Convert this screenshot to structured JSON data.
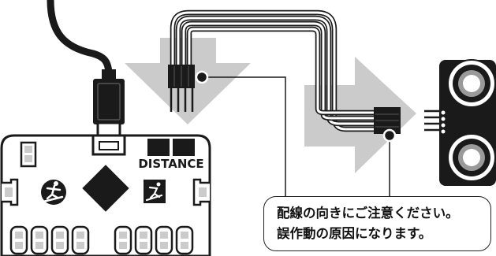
{
  "board": {
    "label": "DISTANCE"
  },
  "note": {
    "line1": "配線の向きにご注意ください。",
    "line2": "誤作動の原因になります。"
  },
  "colors": {
    "arrow": "#cbcbcb",
    "board_body": "#ffffff",
    "outline": "#1a1a1a",
    "wire_fill": "#ffffff"
  }
}
